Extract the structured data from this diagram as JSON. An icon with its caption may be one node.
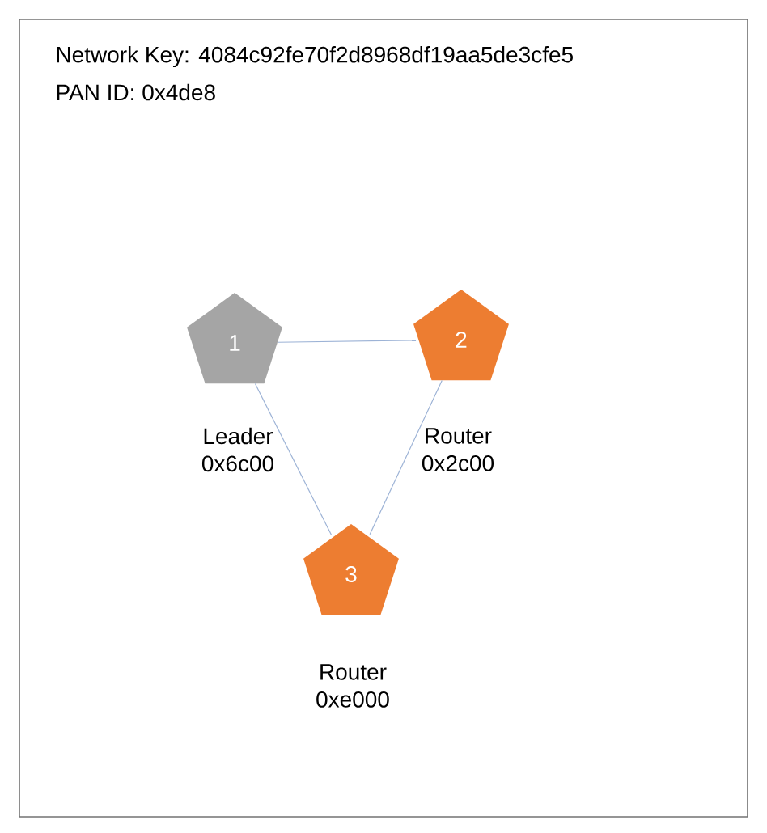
{
  "diagram": {
    "nodes": [
      {
        "text": [
          "1"
        ],
        "beside": [
          "Leader 0x6c00"
        ]
      },
      {
        "text": [
          "2"
        ],
        "beside": [
          "Router 0x2c00"
        ]
      },
      {
        "text": [
          "3"
        ],
        "beside": [
          "Router 0xe000"
        ]
      }
    ],
    "edges": [
      {
        "from": 0,
        "to": 1,
        "arrow": "none"
      },
      {
        "from": 0,
        "to": 2,
        "arrow": "none"
      },
      {
        "from": 1,
        "to": 2,
        "arrow": "none"
      }
    ],
    "labels": [
      "Network Key: 4084c92fe70f2d8968df19aa5de3cfe5",
      "PAN ID: 0x4de8"
    ]
  }
}
